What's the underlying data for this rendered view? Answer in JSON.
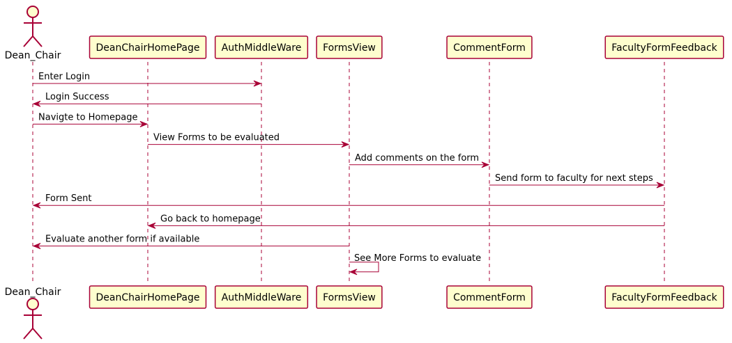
{
  "diagram": {
    "type": "sequence",
    "colors": {
      "line": "#A80036",
      "participant_fill": "#FEFECE",
      "text": "#000000",
      "background": "#FFFFFF"
    },
    "participants": [
      {
        "id": "dean_chair",
        "label": "Dean_Chair",
        "kind": "actor"
      },
      {
        "id": "home",
        "label": "DeanChairHomePage",
        "kind": "participant"
      },
      {
        "id": "auth",
        "label": "AuthMiddleWare",
        "kind": "participant"
      },
      {
        "id": "forms",
        "label": "FormsView",
        "kind": "participant"
      },
      {
        "id": "comment",
        "label": "CommentForm",
        "kind": "participant"
      },
      {
        "id": "faculty",
        "label": "FacultyFormFeedback",
        "kind": "participant"
      }
    ],
    "messages": [
      {
        "from": "dean_chair",
        "to": "auth",
        "label": "Enter Login"
      },
      {
        "from": "auth",
        "to": "dean_chair",
        "label": "Login Success"
      },
      {
        "from": "dean_chair",
        "to": "home",
        "label": "Navigte to Homepage"
      },
      {
        "from": "home",
        "to": "forms",
        "label": "View Forms to be evaluated"
      },
      {
        "from": "forms",
        "to": "comment",
        "label": "Add comments on the form"
      },
      {
        "from": "comment",
        "to": "faculty",
        "label": "Send form to faculty for next steps"
      },
      {
        "from": "faculty",
        "to": "dean_chair",
        "label": "Form Sent"
      },
      {
        "from": "faculty",
        "to": "home",
        "label": "Go back to homepage"
      },
      {
        "from": "forms",
        "to": "dean_chair",
        "label": "Evaluate another form if available"
      },
      {
        "from": "forms",
        "to": "forms",
        "label": "See More Forms to evaluate"
      }
    ]
  }
}
